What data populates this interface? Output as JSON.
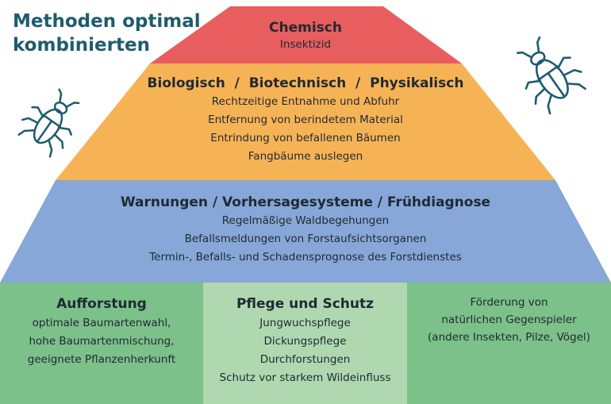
{
  "title": {
    "line1": "Methoden optimal",
    "line2": "kombinierten"
  },
  "colors": {
    "title": "#1d5c6e",
    "tier_chemisch": "#e85d5e",
    "tier_bio": "#f6b356",
    "tier_warn": "#86a7d8",
    "base_side": "#7cc08a",
    "base_middle": "#b0d8b0",
    "beetle": "#1d5c6e"
  },
  "tiers": {
    "chemisch": {
      "heading": "Chemisch",
      "items": [
        "Insektizid"
      ]
    },
    "bio": {
      "heading": "Biologisch  /  Biotechnisch  /  Physikalisch",
      "items": [
        "Rechtzeitige Entnahme und Abfuhr",
        "Entfernung von berindetem Material",
        "Entrindung von befallenen Bäumen",
        "Fangbäume auslegen"
      ]
    },
    "warn": {
      "heading": "Warnungen / Vorhersagesysteme / Frühdiagnose",
      "items": [
        "Regelmäßige Waldbegehungen",
        "Befallsmeldungen von Forstaufsichtsorganen",
        "Termin-, Befalls- und Schadensprognose des Forstdienstes"
      ]
    }
  },
  "base": {
    "left": {
      "heading": "Aufforstung",
      "items": [
        "optimale Baumartenwahl,",
        "hohe Baumartenmischung,",
        "geeignete Pflanzenherkunft"
      ]
    },
    "middle": {
      "heading": "Pflege und Schutz",
      "items": [
        "Jungwuchspflege",
        "Dickungspflege",
        "Durchforstungen",
        "Schutz vor starkem Wildeinfluss"
      ]
    },
    "right": {
      "items": [
        "Förderung von",
        "natürlichen Gegenspieler",
        "(andere Insekten, Pilze, Vögel)"
      ]
    }
  },
  "icons": {
    "left": "beetle-icon",
    "right": "beetle-icon"
  }
}
